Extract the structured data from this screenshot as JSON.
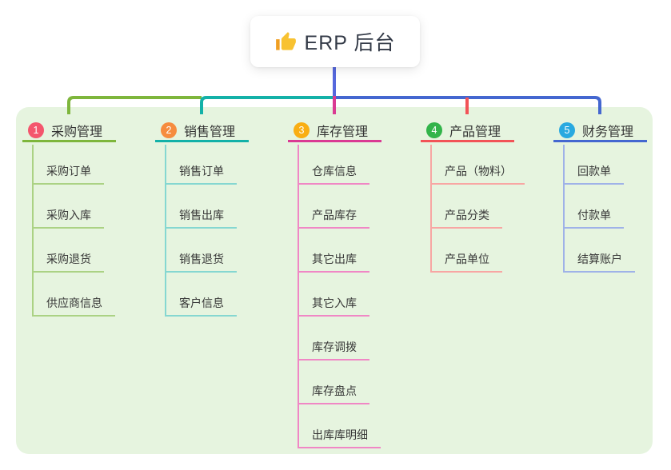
{
  "root": {
    "title": "ERP 后台",
    "icon": "thumbs-up-icon",
    "icon_color": "#f8c231"
  },
  "branches": [
    {
      "index": "1",
      "label": "采购管理",
      "badge_color": "#f4566d",
      "line_color": "#7eb63c",
      "light_line_color": "#abd284",
      "children": [
        "采购订单",
        "采购入库",
        "采购退货",
        "供应商信息"
      ]
    },
    {
      "index": "2",
      "label": "销售管理",
      "badge_color": "#f68c3f",
      "line_color": "#13b1a8",
      "light_line_color": "#85d7d1",
      "children": [
        "销售订单",
        "销售出库",
        "销售退货",
        "客户信息"
      ]
    },
    {
      "index": "3",
      "label": "库存管理",
      "badge_color": "#f9ae13",
      "line_color": "#da3a93",
      "light_line_color": "#f087c5",
      "children": [
        "仓库信息",
        "产品库存",
        "其它出库",
        "其它入库",
        "库存调拨",
        "库存盘点",
        "出库库明细"
      ]
    },
    {
      "index": "4",
      "label": "产品管理",
      "badge_color": "#32b44a",
      "line_color": "#f25357",
      "light_line_color": "#f8a6a3",
      "children": [
        "产品（物料）",
        "产品分类",
        "产品单位"
      ]
    },
    {
      "index": "5",
      "label": "财务管理",
      "badge_color": "#29a9e0",
      "line_color": "#4467d0",
      "light_line_color": "#9fb2e8",
      "children": [
        "回款单",
        "付款单",
        "结算账户"
      ]
    }
  ],
  "canvas": {
    "background": "#ffffff",
    "panel_background": "#e6f4df",
    "root_connector_color": "#5668dd",
    "text_color": "#333333"
  }
}
